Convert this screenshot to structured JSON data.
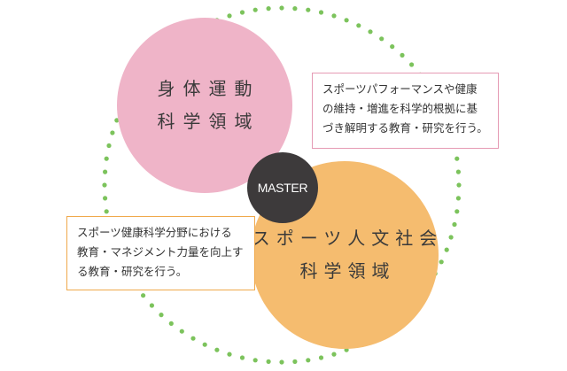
{
  "diagram": {
    "colors": {
      "pink": "#efb4c8",
      "orange": "#f5bc6f",
      "center": "#3d3a3b",
      "dots": "#7cc35c",
      "pink_border": "#e59ab4",
      "orange_border": "#f0a94c"
    },
    "top_circle": {
      "line1": "身体運動",
      "line2": "科学領域"
    },
    "bottom_circle": {
      "line1": "スポーツ人文社会",
      "line2": "科学領域"
    },
    "center_label": "MASTER",
    "top_description": {
      "line1": "スポーツパフォーマンスや健康",
      "line2": "の維持・増進を科学的根拠に基",
      "line3": "づき解明する教育・研究を行う。"
    },
    "bottom_description": {
      "line1": "スポーツ健康科学分野における",
      "line2": "教育・マネジメント力量を向上す",
      "line3": "る教育・研究を行う。"
    }
  }
}
